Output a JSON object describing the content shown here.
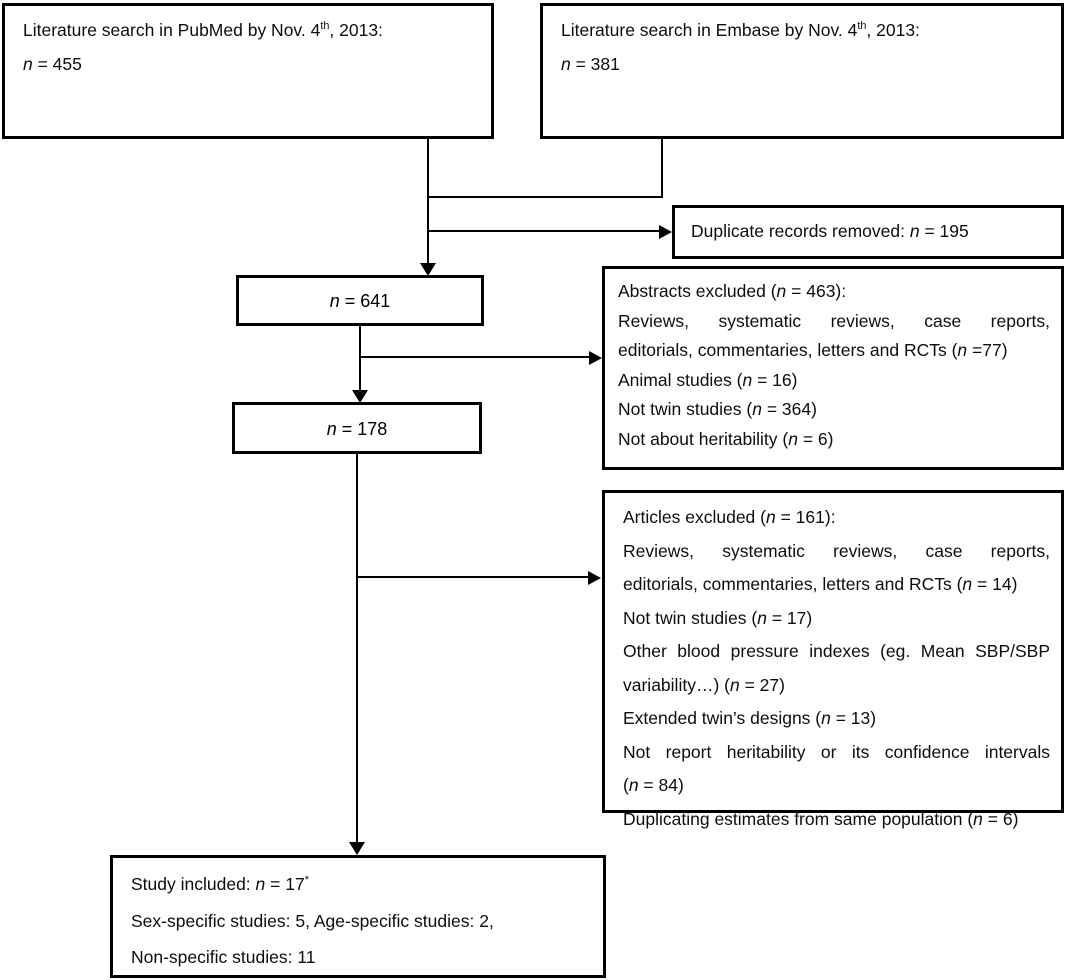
{
  "figure": {
    "type": "prisma-flow-diagram",
    "colors": {
      "stroke": "#000000",
      "text": "#0d0d0d",
      "background": "#ffffff"
    }
  },
  "boxes": {
    "pubmed": {
      "line1_prefix": "Literature search in PubMed by Nov. 4",
      "line1_sup": "th",
      "line1_suffix": ", 2013:",
      "line2_italic": "n",
      "line2_rest": " = 455"
    },
    "embase": {
      "line1_prefix": "Literature search in Embase by Nov. 4",
      "line1_sup": "th",
      "line1_suffix": ", 2013:",
      "line2_italic": "n",
      "line2_rest": " = 381"
    },
    "duplicates": {
      "prefix": "Duplicate records removed: ",
      "italic": "n",
      "suffix": " = 195"
    },
    "n641": {
      "italic": "n",
      "rest": " = 641"
    },
    "n178": {
      "italic": "n",
      "rest": " = 178"
    },
    "abstracts_excluded": {
      "heading_prefix": "Abstracts excluded (",
      "heading_italic": "n",
      "heading_suffix": " = 463):",
      "items": [
        {
          "text_a": "Reviews, systematic reviews, case reports,",
          "italic": "",
          "text_b": "",
          "justified": true
        },
        {
          "text_a": "editorials, commentaries, letters and RCTs (",
          "italic": "n",
          "text_b": " =77)",
          "justified": false
        },
        {
          "text_a": "Animal studies (",
          "italic": "n",
          "text_b": " = 16)",
          "justified": false
        },
        {
          "text_a": "Not twin studies (",
          "italic": "n",
          "text_b": " = 364)",
          "justified": false
        },
        {
          "text_a": "Not about heritability (",
          "italic": "n",
          "text_b": " = 6)",
          "justified": false
        }
      ]
    },
    "articles_excluded": {
      "heading_prefix": "Articles excluded (",
      "heading_italic": "n",
      "heading_suffix": " = 161):",
      "items": [
        {
          "text_a": "Reviews, systematic reviews, case reports,",
          "italic": "",
          "text_b": "",
          "justified": true
        },
        {
          "text_a": "editorials, commentaries, letters and RCTs (",
          "italic": "n",
          "text_b": " = 14)",
          "justified": false
        },
        {
          "text_a": "Not twin studies (",
          "italic": "n",
          "text_b": " = 17)",
          "justified": false
        },
        {
          "text_a": "Other blood pressure indexes (eg. Mean SBP/SBP",
          "italic": "",
          "text_b": "",
          "justified": true
        },
        {
          "text_a": "variability…) (",
          "italic": "n",
          "text_b": " = 27)",
          "justified": false
        },
        {
          "text_a": "Extended twin’s designs (",
          "italic": "n",
          "text_b": " = 13)",
          "justified": false
        },
        {
          "text_a": "Not report heritability or its confidence intervals",
          "italic": "",
          "text_b": "",
          "justified": true
        },
        {
          "text_a": "(",
          "italic": "n",
          "text_b": " = 84)",
          "justified": false
        },
        {
          "text_a": "Duplicating estimates from same population (",
          "italic": "n",
          "text_b": " = 6)",
          "justified": false
        }
      ]
    },
    "study_included": {
      "line1_a": "Study included: ",
      "line1_italic": "n",
      "line1_b": " = 17",
      "line1_sup": "*",
      "line2": "Sex-specific studies: 5, Age-specific studies: 2,",
      "line3": "Non-specific studies: 11"
    }
  },
  "connectors": {
    "pubmed_stem": "vertical-down-from-pubmed",
    "embase_stem": "vertical-down-from-embase",
    "merge_bar": "horizontal-merge",
    "to_n641": "arrow-down-to-n641",
    "to_duplicates": "arrow-right-to-duplicates",
    "n641_to_n178": "arrow-down-to-n178",
    "to_abstracts": "arrow-right-to-abstracts-excluded",
    "n178_to_included": "arrow-down-to-study-included",
    "to_articles": "arrow-right-to-articles-excluded"
  }
}
